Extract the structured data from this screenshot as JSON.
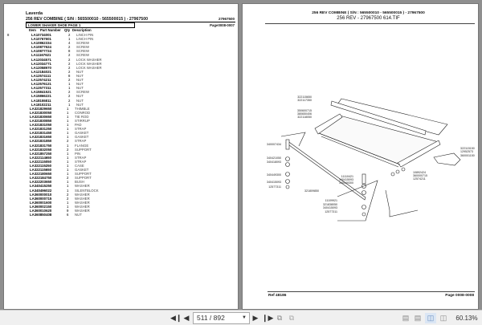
{
  "left_page": {
    "brand": "Laverda",
    "title": "256 REV   COMBINE    ( S/N :   565500010 - 565500015 ) - 27967500",
    "title_right": "27967500",
    "section": "LOWER SHAKER SHOE PAGE 1",
    "page_ref": "Page0008-0007",
    "columns": [
      "Item",
      "Part Number",
      "Qty",
      "Description"
    ],
    "rows": [
      {
        "item": "8",
        "part": "LA10734001",
        "qty": "2",
        "desc": "LINCH PIN"
      },
      {
        "item": "",
        "part": "LA10767601",
        "qty": "1",
        "desc": "LINCH PIN"
      },
      {
        "item": "",
        "part": "LA10862334",
        "qty": "4",
        "desc": "SCREW"
      },
      {
        "item": "",
        "part": "LA10877624",
        "qty": "2",
        "desc": "SCREW"
      },
      {
        "item": "",
        "part": "LA10877724",
        "qty": "8",
        "desc": "SCREW"
      },
      {
        "item": "",
        "part": "LA11167621",
        "qty": "2",
        "desc": "SCREW"
      },
      {
        "item": "",
        "part": "LA12034571",
        "qty": "2",
        "desc": "LOCK WASHER"
      },
      {
        "item": "",
        "part": "LA12034771",
        "qty": "2",
        "desc": "LOCK WASHER"
      },
      {
        "item": "",
        "part": "LA12058970",
        "qty": "2",
        "desc": "LOCK WASHER"
      },
      {
        "item": "",
        "part": "LA12184021",
        "qty": "2",
        "desc": "NUT"
      },
      {
        "item": "",
        "part": "LA12574111",
        "qty": "8",
        "desc": "NUT"
      },
      {
        "item": "",
        "part": "LA12574211",
        "qty": "2",
        "desc": "NUT"
      },
      {
        "item": "",
        "part": "LA12576121",
        "qty": "1",
        "desc": "NUT"
      },
      {
        "item": "",
        "part": "LA12577311",
        "qty": "1",
        "desc": "NUT"
      },
      {
        "item": "",
        "part": "LA15841521",
        "qty": "2",
        "desc": "SCREW"
      },
      {
        "item": "",
        "part": "LA15866221",
        "qty": "2",
        "desc": "NUT"
      },
      {
        "item": "",
        "part": "LA18155811",
        "qty": "2",
        "desc": "NUT"
      },
      {
        "item": "",
        "part": "LA18102211",
        "qty": "1",
        "desc": "NUT"
      },
      {
        "item": "",
        "part": "LA321829650",
        "qty": "1",
        "desc": "THIMBLE"
      },
      {
        "item": "",
        "part": "LA321830050",
        "qty": "1",
        "desc": "CONROD"
      },
      {
        "item": "",
        "part": "LA321830650",
        "qty": "1",
        "desc": "TIE ROD"
      },
      {
        "item": "",
        "part": "LA321830850",
        "qty": "1",
        "desc": "STIRRUP"
      },
      {
        "item": "",
        "part": "LA321831050",
        "qty": "1",
        "desc": "PAD"
      },
      {
        "item": "",
        "part": "LA321831250",
        "qty": "1",
        "desc": "STRAP"
      },
      {
        "item": "",
        "part": "LA321831450",
        "qty": "1",
        "desc": "GASKET"
      },
      {
        "item": "",
        "part": "LA321831650",
        "qty": "1",
        "desc": "GASKET"
      },
      {
        "item": "",
        "part": "LA321831850",
        "qty": "2",
        "desc": "STRAP"
      },
      {
        "item": "",
        "part": "LA321831750",
        "qty": "1",
        "desc": "FLANGE"
      },
      {
        "item": "",
        "part": "LA321832050",
        "qty": "2",
        "desc": "SUPPORT"
      },
      {
        "item": "",
        "part": "LA321857250",
        "qty": "1",
        "desc": "PIN"
      },
      {
        "item": "",
        "part": "LA322114650",
        "qty": "1",
        "desc": "STRAP"
      },
      {
        "item": "",
        "part": "LA322115050",
        "qty": "1",
        "desc": "STRAP"
      },
      {
        "item": "",
        "part": "LA322115250",
        "qty": "1",
        "desc": "CASE"
      },
      {
        "item": "",
        "part": "LA322115650",
        "qty": "1",
        "desc": "GASKET"
      },
      {
        "item": "",
        "part": "LA322180650",
        "qty": "1",
        "desc": "SUPPORT"
      },
      {
        "item": "",
        "part": "LA322184750",
        "qty": "2",
        "desc": "SUPPORT"
      },
      {
        "item": "",
        "part": "LA322203650",
        "qty": "1",
        "desc": "BUSH"
      },
      {
        "item": "",
        "part": "LA340415250",
        "qty": "1",
        "desc": "WASHER"
      },
      {
        "item": "",
        "part": "LA340496022",
        "qty": "1",
        "desc": "SILENTBLOCK"
      },
      {
        "item": "",
        "part": "LA360000010",
        "qty": "2",
        "desc": "WASHER"
      },
      {
        "item": "",
        "part": "LA360000715",
        "qty": "2",
        "desc": "WASHER"
      },
      {
        "item": "",
        "part": "LA360001600",
        "qty": "1",
        "desc": "WASHER"
      },
      {
        "item": "",
        "part": "LA360002150",
        "qty": "1",
        "desc": "WASHER"
      },
      {
        "item": "",
        "part": "LA360010620",
        "qty": "9",
        "desc": "WASHER"
      },
      {
        "item": "",
        "part": "LA360850408",
        "qty": "6",
        "desc": "NUT"
      }
    ]
  },
  "right_page": {
    "title": "256 REV   COMBINE    ( S/N :   565500010 - 565500015 ) - 27967500",
    "subtitle": "256 REV - 27967500 614.TIF",
    "labels": {
      "l1": "322115650",
      "l2": "322117350",
      "l3": "350600715",
      "l4": "380650406",
      "l5": "322118050",
      "l6": "340007434",
      "l7": "340421050",
      "l8": "340418093",
      "l9": "340449300",
      "l10": "340415093",
      "l11": "12577311",
      "l12": "321809850",
      "l13": "11110421",
      "l14": "340415093",
      "l15": "340449300",
      "l16": "11109921",
      "l17": "321838050",
      "l18": "340415093",
      "l19": "12577311",
      "l20": "10892424",
      "l21": "360000715",
      "l22": "12574211",
      "l23": "322115150",
      "l24": "12952573",
      "l25": "360001150"
    },
    "ref": "Ref   48186",
    "page": "Page   0008-0008"
  },
  "toolbar": {
    "page_value": "511 / 892",
    "zoom": "60.13%",
    "icons": [
      "first-page-icon",
      "prev-page-icon",
      "next-page-icon",
      "last-page-icon",
      "rotate-icon",
      "fit-icon",
      "single-page-icon",
      "continuous-icon",
      "two-page-icon",
      "two-page-continuous-icon"
    ]
  }
}
